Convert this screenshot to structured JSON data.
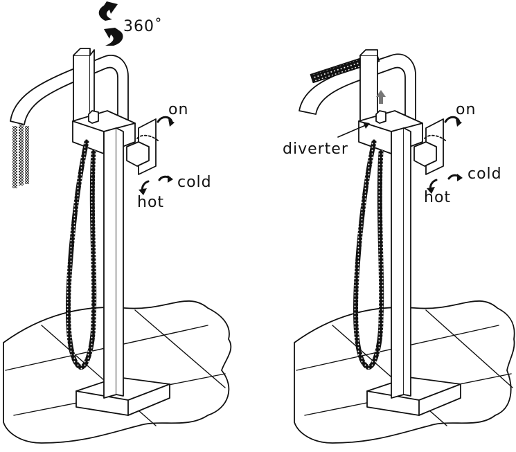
{
  "figure": {
    "left_panel": {
      "rotation_label": "360˚",
      "on_label": "on",
      "cold_label": "cold",
      "hot_label": "hot"
    },
    "right_panel": {
      "diverter_label": "diverter",
      "on_label": "on",
      "cold_label": "cold",
      "hot_label": "hot"
    }
  },
  "colors": {
    "line": "#111111",
    "fill": "#ffffff",
    "arrow_gray": "#777777"
  }
}
